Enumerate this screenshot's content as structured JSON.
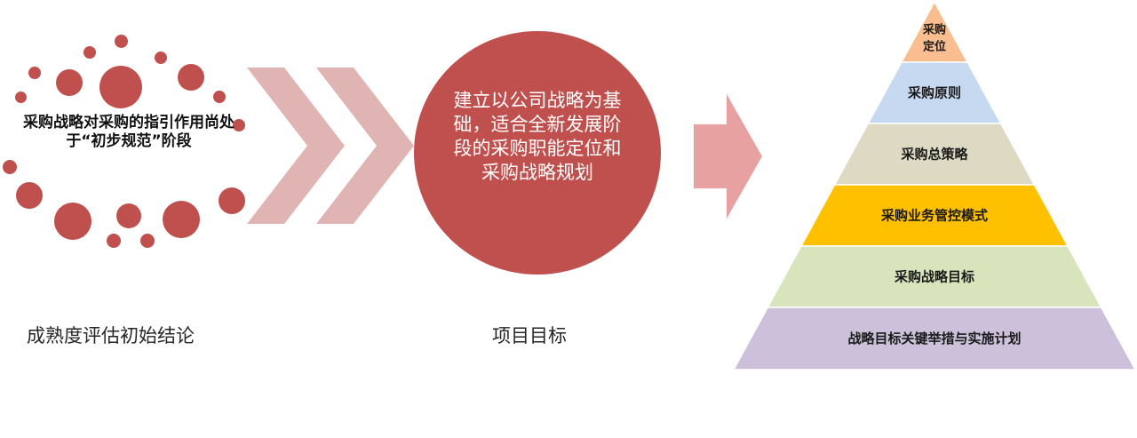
{
  "maturity": {
    "text": "采购战略对采购的指引作用尚处于“初步规范”阶段",
    "caption": "成熟度评估初始结论"
  },
  "goal": {
    "text": "建立以公司战略为基础，适合全新发展阶段的采购职能定位和采购战略规划",
    "caption": "项目目标"
  },
  "pyramid": {
    "levels": [
      {
        "lines": [
          "采购",
          "定位"
        ],
        "color": "#f9bd8f"
      },
      {
        "lines": [
          "采购原则"
        ],
        "color": "#c6d9f0"
      },
      {
        "lines": [
          "采购总策略"
        ],
        "color": "#ddd9c3"
      },
      {
        "lines": [
          "采购业务管控模式"
        ],
        "color": "#ffc000"
      },
      {
        "lines": [
          "采购战略目标"
        ],
        "color": "#d7e4bc"
      },
      {
        "lines": [
          "战略目标关键举措与实施计划"
        ],
        "color": "#ccc0da"
      }
    ]
  },
  "colors": {
    "accent_red": "#c0504d",
    "arrow_pink": "#e0b4b3",
    "arrow_solid": "#e6a1a0"
  }
}
